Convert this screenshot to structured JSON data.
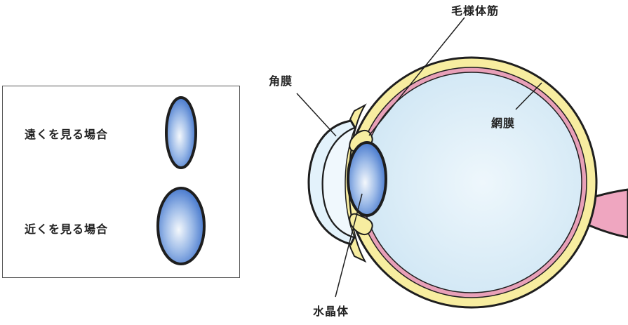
{
  "inset": {
    "far_label": "遠くを見る場合",
    "near_label": "近くを見る場合"
  },
  "labels": {
    "ciliary_muscle": "毛様体筋",
    "cornea": "角膜",
    "retina": "網膜",
    "lens": "水晶体"
  },
  "colors": {
    "outline": "#1e1e1e",
    "sclera": "#f7eda0",
    "retina_band": "#e8a0b8",
    "vitreous": "#d4ebf7",
    "cornea": "#e3f2fb",
    "lens_blue": "#2f6cc8",
    "optic_nerve": "#efa6c0"
  }
}
